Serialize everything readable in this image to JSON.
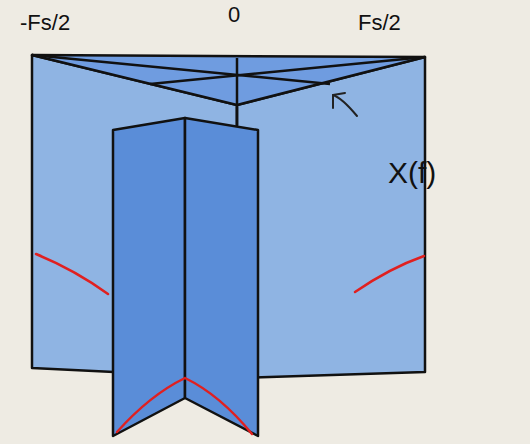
{
  "diagram": {
    "labels": [
      "-Fs/2",
      "0",
      "Fs/2",
      "X(f)"
    ]
  }
}
